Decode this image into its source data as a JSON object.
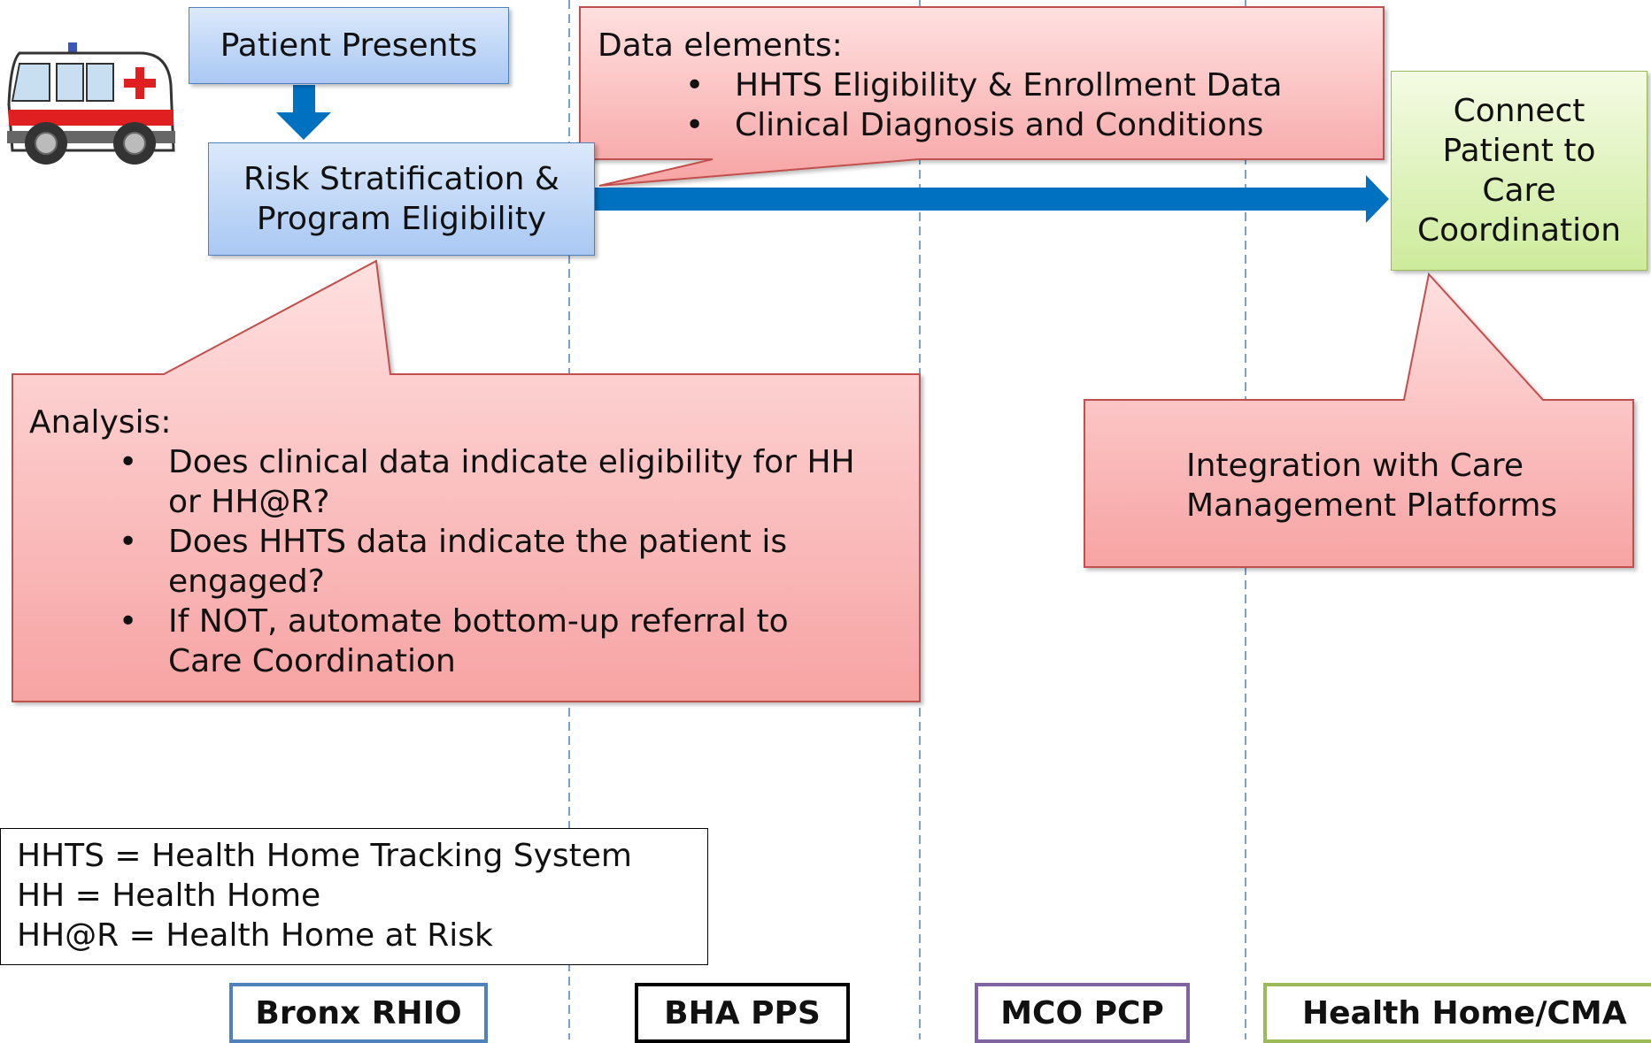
{
  "flow": {
    "patient_presents": "Patient Presents",
    "risk_stratification": [
      "Risk Stratification &",
      "Program Eligibility"
    ],
    "connect_patient": [
      "Connect",
      "Patient to",
      "Care",
      "Coordination"
    ]
  },
  "data_callout": {
    "heading": "Data elements:",
    "items": [
      "HHTS Eligibility & Enrollment Data",
      "Clinical Diagnosis and Conditions"
    ]
  },
  "analysis_callout": {
    "heading": "Analysis:",
    "items": [
      [
        "Does clinical data indicate eligibility for HH",
        "or HH@R?"
      ],
      [
        "Does HHTS data indicate the patient is",
        "engaged?"
      ],
      [
        "If NOT, automate bottom-up referral to",
        "Care Coordination"
      ]
    ]
  },
  "integration_callout": {
    "lines": [
      "Integration with Care",
      "Management Platforms"
    ]
  },
  "legend": {
    "lines": [
      "HHTS = Health Home Tracking System",
      "HH = Health Home",
      "HH@R = Health Home at Risk"
    ]
  },
  "lanes": [
    {
      "label": "Bronx RHIO",
      "color": "#4f81bd"
    },
    {
      "label": "BHA PPS",
      "color": "#000000"
    },
    {
      "label": "MCO PCP",
      "color": "#8064a2"
    },
    {
      "label": "Health Home/CMA",
      "color": "#9bbb59"
    }
  ],
  "icons": [
    "ambulance-icon"
  ],
  "colors": {
    "arrow": "#0070c0",
    "callout_border": "#c0504d",
    "lane_divider": "#4f81bd"
  }
}
